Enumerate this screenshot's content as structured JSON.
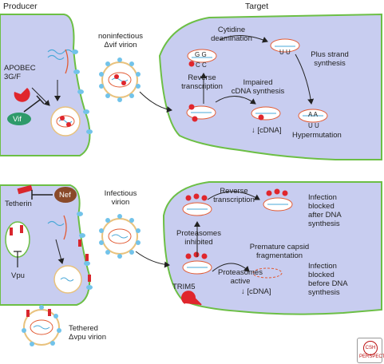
{
  "headers": {
    "producer": "Producer",
    "target": "Target"
  },
  "top": {
    "apobec": "APOBEC\n3G/F",
    "vif": "Vif",
    "virion": "noninfectious\nΔvif virion",
    "cytidine": "Cytidine\ndeamination",
    "reverse_transcription": "Reverse\ntranscription",
    "impaired": "Impaired\ncDNA synthesis",
    "plus_strand": "Plus strand\nsynthesis",
    "cdna": "↓ [cDNA]",
    "hypermutation": "Hypermutation",
    "gg": "G G",
    "cc": "C C",
    "uu1": "U U",
    "aa": "A A",
    "uu2": "U U"
  },
  "bottom": {
    "tetherin": "Tetherin",
    "nef": "Nef",
    "vpu": "Vpu",
    "infectious": "Infectious\nvirion",
    "tethered": "Tethered\nΔvpu virion",
    "reverse_transcription": "Reverse\ntranscription",
    "blocked_after": "Infection\nblocked\nafter DNA\nsynthesis",
    "proteasomes_inhibited": "Proteasomes\ninhibited",
    "premature": "Premature capsid\nfragmentation",
    "proteasomes_active": "Proteasomes\nactive",
    "trim5": "TRIM5",
    "cdna": "↓ [cDNA]",
    "blocked_before": "Infection\nblocked\nbefore DNA\nsynthesis"
  },
  "logo": {
    "mark": "CSH",
    "sub": "PERSPECTIVES"
  },
  "colors": {
    "cell_fill": "#c8cdf0",
    "cell_border": "#6cbf45",
    "apobec": "#e0262d",
    "vif": "#2e9a6a",
    "nef": "#8a4a2a",
    "spike": "#72c3ea",
    "envelope": "#e9c27d",
    "capsid": "#e25b34"
  }
}
